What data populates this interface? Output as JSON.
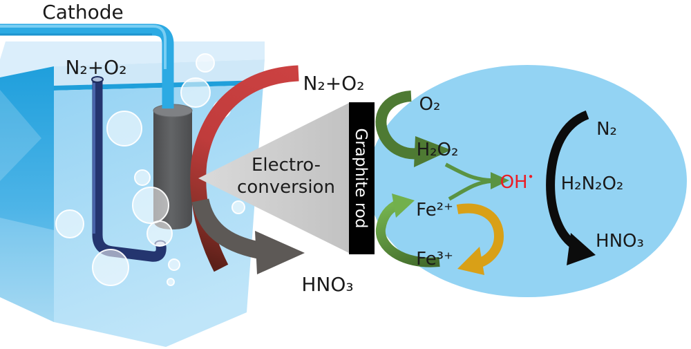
{
  "diagram": {
    "tank": {
      "cathode_label": "Cathode",
      "headspace_gas": "N₂+O₂"
    },
    "input": {
      "label": "N₂+O₂"
    },
    "cone": {
      "line1": "Electro-",
      "line2": "conversion"
    },
    "electrode": {
      "label": "Graphite rod"
    },
    "output": {
      "label": "HNO₃"
    },
    "reactions": {
      "o2": "O₂",
      "h2o2": "H₂O₂",
      "hydroxyl_base": "OH",
      "hydroxyl_dot": "•",
      "fe2": "Fe²⁺",
      "fe3": "Fe³⁺",
      "n2": "N₂",
      "h2n2o2": "H₂N₂O₂",
      "hno3": "HNO₃"
    },
    "colors": {
      "input_arrow_red": "#c64140",
      "output_arrow_gray": "#5d5956",
      "o2_arrow_dark_green": "#4e7a33",
      "fe_arrow_light_green": "#72b04c",
      "merge_arrow_green": "#5a9342",
      "fe_arrow_yellow": "#d9a017",
      "n_cycle_black": "#0c0c0c",
      "hydroxyl_red": "#ec1c24",
      "ellipse_blue": "#93d3f3",
      "tank_water_blue": "#9ed7f4",
      "cathode_tube_blue": "#2caae3",
      "inlet_tube_navy": "#24356f",
      "graphite_rod_gray": "#57585a",
      "cone_gray": "#cccccc"
    }
  }
}
